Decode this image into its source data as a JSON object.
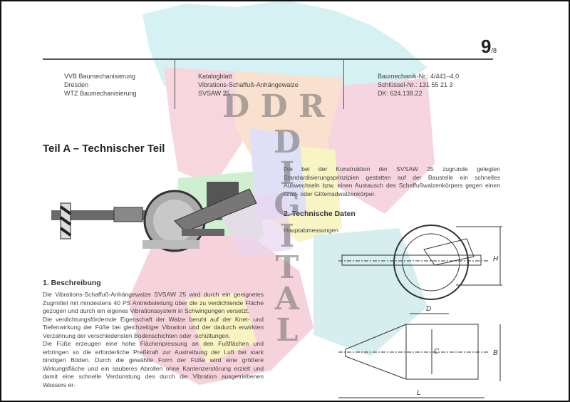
{
  "page_number": {
    "main": "9",
    "sub": "/8"
  },
  "header": {
    "left": [
      "VVB Baumechanisierung",
      "Dresden",
      "WTZ Baumechanisierung"
    ],
    "middle": [
      "Katalogblatt",
      "Vibrations-Schaffuß-Anhängewalze",
      "SVSAW 25"
    ],
    "right": [
      "Baumechanik-Nr.: 4/441–4,0",
      "Schlüssel-Nr.: 131 55 21 3",
      "DK: 624.138.22"
    ]
  },
  "title": "Teil A – Technischer Teil",
  "intro_text": "Die bei der Konstruktion der SVSAW 25 zugrunde gelegten Standardisierungsprinzipien gestatten auf der Baustelle ein schnelles Auswechseln bzw. einen Austausch des Schaffußwalzenkörpers gegen einen Glatt- oder Gitterradwalzenkörper.",
  "section2": {
    "heading": "2. Technische Daten",
    "subheading": "Hauptabmessungen"
  },
  "section1": {
    "heading": "1. Beschreibung",
    "paragraphs": [
      "Die Vibrations-Schaffuß-Anhängewalze SVSAW 25 wird durch ein geeignetes Zugmittel mit mindestens 40 PS Antriebsleitung über die zu verdichtende Fläche gezogen und durch ein eigenes Vibrationssystem in Schwingungen versetzt.",
      "Die verdichtungsfördernde Eigenschaft der Walze beruht auf der Knet- und Tiefenwirkung der Füße bei gleichzeitiger Vibration und der dadurch erwirkten Verzahnung der verschiedensten Bodenschichten oder -schüttungen.",
      "Die Füße erzeugen eine hohe Flächenpressung an den Fußflächen und erbringen so die erforderliche Preßkraft zur Austreibung der Luft bei stark bindigen Böden. Durch die gewählte Form der Füße wird eine größere Wirkungsfläche und ein sauberes Abrollen ohne Kantenzerstörung erzielt und damit eine schnelle Verdunstung des durch die Vibration ausgetriebenen Wassers er-"
    ]
  },
  "drawing_labels": {
    "H": "H",
    "D": "D",
    "C": "C",
    "B": "B",
    "L": "L"
  },
  "watermark": {
    "row": [
      "D",
      "D",
      "R"
    ],
    "column": [
      "D",
      "I",
      "G",
      "I",
      "T",
      "A",
      "L"
    ]
  },
  "colors": {
    "map_blue": "#cfeef0",
    "map_pink": "#f6d3dc",
    "map_peach": "#f8dcc8",
    "map_yellow": "#f8f3c0",
    "map_green": "#cdeecd",
    "map_lavender": "#dcdcf4"
  }
}
